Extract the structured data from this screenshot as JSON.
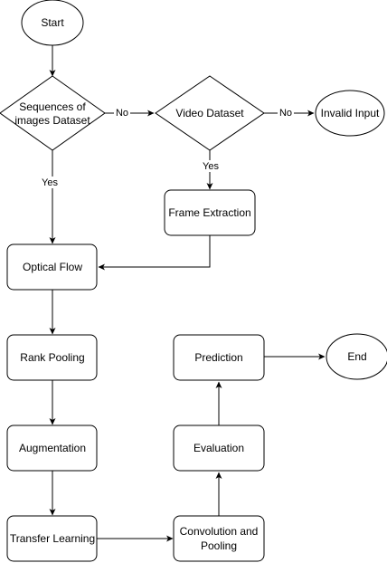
{
  "diagram": {
    "nodes": {
      "start": "Start",
      "sequences_dataset": [
        "Sequences of",
        "images Dataset"
      ],
      "video_dataset": "Video Dataset",
      "invalid_input": "Invalid Input",
      "frame_extraction": "Frame Extraction",
      "optical_flow": "Optical Flow",
      "rank_pooling": "Rank Pooling",
      "augmentation": "Augmentation",
      "transfer_learning": "Transfer Learning",
      "convolution_pooling": [
        "Convolution and",
        "Pooling"
      ],
      "evaluation": "Evaluation",
      "prediction": "Prediction",
      "end": "End"
    },
    "edge_labels": {
      "seq_no": "No",
      "video_no": "No",
      "video_yes": "Yes",
      "seq_yes": "Yes"
    },
    "colors": {
      "stroke": "#000000",
      "fill": "#ffffff",
      "text": "#000000"
    }
  }
}
